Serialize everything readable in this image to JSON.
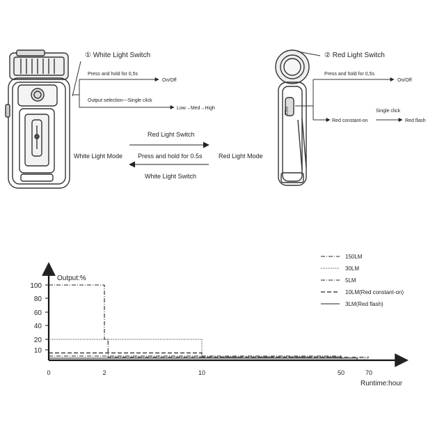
{
  "white_section": {
    "title": "① White Light Switch",
    "press_hold": "Press and hold for 0,5s",
    "on_off": "On/Off",
    "output_selection": "Output selection---Single click",
    "sequence": "Low→Med→High"
  },
  "red_section": {
    "title": "② Red Light Switch",
    "press_hold": "Press and hold for 0,5s",
    "on_off": "On/Off",
    "single_click": "Single click",
    "red_constant": "Red constant-on",
    "red_flash": "Red flash",
    "button_text": "RED"
  },
  "mode_switch": {
    "top_label": "Red Light Switch",
    "white_mode": "White Light Mode",
    "press_hold": "Press and hold for 0.5s",
    "red_mode": "Red Light Mode",
    "bottom_label": "White Light Switch"
  },
  "chart_data": {
    "type": "line",
    "ylabel": "Output:%",
    "xlabel": "Runtime:hour",
    "y_ticks": [
      "100",
      "80",
      "60",
      "40",
      "20",
      "10"
    ],
    "x_ticks": [
      "0",
      "2",
      "10",
      "50",
      "70"
    ],
    "series": [
      {
        "name": "150LM",
        "style": "dash-dot",
        "points": [
          [
            0,
            100
          ],
          [
            2,
            100
          ],
          [
            2,
            20
          ],
          [
            2.3,
            20
          ],
          [
            2.3,
            3
          ],
          [
            70,
            3
          ]
        ]
      },
      {
        "name": "30LM",
        "style": "dotted",
        "points": [
          [
            0,
            20
          ],
          [
            10,
            20
          ],
          [
            10,
            2
          ],
          [
            70,
            2
          ]
        ]
      },
      {
        "name": "5LM",
        "style": "dash-dot",
        "points": [
          [
            0,
            4
          ],
          [
            50,
            4
          ],
          [
            50,
            0
          ]
        ]
      },
      {
        "name": "10LM(Red constant-on)",
        "style": "dashed",
        "points": [
          [
            0,
            7
          ],
          [
            10,
            7
          ],
          [
            10,
            3
          ],
          [
            50,
            3
          ]
        ]
      },
      {
        "name": "3LM(Red flash)",
        "style": "solid",
        "points": [
          [
            0,
            2
          ],
          [
            63,
            2
          ],
          [
            63,
            0
          ]
        ]
      }
    ]
  }
}
